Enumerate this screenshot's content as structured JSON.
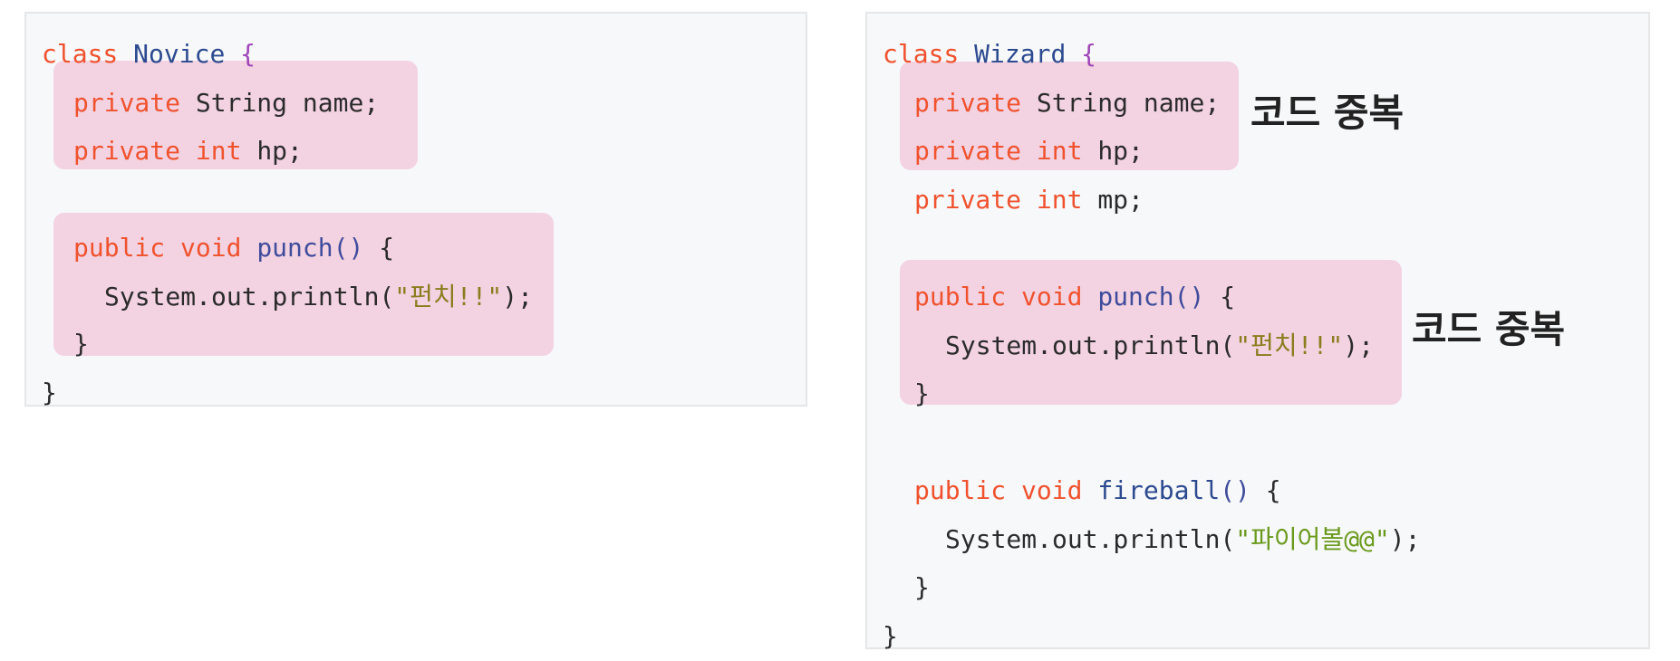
{
  "novice": {
    "class_kw": "class",
    "class_name": "Novice",
    "open_brace": "{",
    "field1": {
      "mod": "private",
      "type": "String",
      "name": "name;"
    },
    "field2": {
      "mod": "private",
      "type": "int",
      "name": "hp;"
    },
    "method": {
      "mod": "public",
      "ret": "void",
      "name": "punch",
      "parens": "()",
      "open": "{",
      "body_pre": "System.out.println(",
      "body_str": "\"펀치!!\"",
      "body_post": ");",
      "close": "}"
    },
    "close_brace": "}"
  },
  "wizard": {
    "class_kw": "class",
    "class_name": "Wizard",
    "open_brace": "{",
    "field1": {
      "mod": "private",
      "type": "String",
      "name": "name;"
    },
    "field2": {
      "mod": "private",
      "type": "int",
      "name": "hp;"
    },
    "field3": {
      "mod": "private",
      "type": "int",
      "name": "mp;"
    },
    "method1": {
      "mod": "public",
      "ret": "void",
      "name": "punch",
      "parens": "()",
      "open": "{",
      "body_pre": "System.out.println(",
      "body_str": "\"펀치!!\"",
      "body_post": ");",
      "close": "}"
    },
    "method2": {
      "mod": "public",
      "ret": "void",
      "name": "fireball",
      "parens": "()",
      "open": "{",
      "body_pre": "System.out.println(",
      "body_str": "\"파이어볼@@\"",
      "body_post": ");",
      "close": "}"
    },
    "close_brace": "}"
  },
  "notes": {
    "dup_fields": "코드 중복",
    "dup_method": "코드 중복"
  },
  "colors": {
    "keyword": "#f0522e",
    "class_name": "#2c4a8f",
    "highlight": "#f3d3e2",
    "panel_bg": "#f7f8fa"
  }
}
